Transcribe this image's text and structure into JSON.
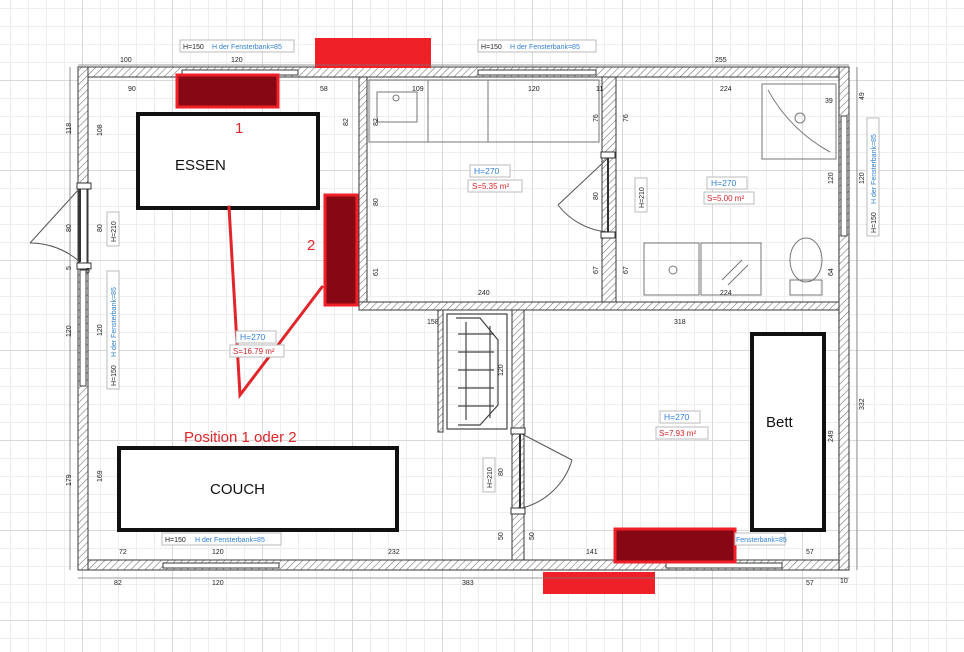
{
  "furniture": {
    "essen": "ESSEN",
    "couch": "COUCH",
    "bett": "Bett"
  },
  "annotations": {
    "marker_1": "1",
    "marker_2": "2",
    "position_note": "Position 1 oder 2"
  },
  "rooms": {
    "living": {
      "height": "H=270",
      "area": "S=16.79 m²"
    },
    "kitchen": {
      "height": "H=270",
      "area": "S=5.35 m²"
    },
    "bath": {
      "height": "H=270",
      "area": "S=5.00 m²"
    },
    "bedroom": {
      "height": "H=270",
      "area": "S=7.93 m²"
    }
  },
  "window_tags": {
    "top_left": {
      "h": "H=150",
      "sill": "H der Fensterbank=85"
    },
    "top_mid": {
      "h": "H=150",
      "sill": "H der Fensterbank=85"
    },
    "left_side": {
      "h": "H=150",
      "sill": "H der Fensterbank=85"
    },
    "bath_right": {
      "h": "H=150",
      "sill": "H der Fensterbank=85"
    },
    "bottom_left": {
      "h": "H=150",
      "sill": "H der Fensterbank=85"
    },
    "bottom_right": {
      "sill": "Fensterbank=85"
    }
  },
  "door_tags": {
    "left": "H=210",
    "kitchen_bath": "H=210",
    "bedroom": "H=210"
  },
  "dimensions": {
    "top_outer": [
      "100",
      "120",
      "255"
    ],
    "top_inner": [
      "90",
      "58",
      "109",
      "120",
      "11",
      "224",
      "39"
    ],
    "left_outer": [
      "118",
      "80",
      "5",
      "5",
      "120",
      "179"
    ],
    "left_inner": [
      "108",
      "80",
      "120",
      "169"
    ],
    "right_outer": [
      "49",
      "120",
      "332",
      "10"
    ],
    "right_inner": [
      "120",
      "64"
    ],
    "bottom_inner": [
      "72",
      "120",
      "232",
      "141",
      "57"
    ],
    "bottom_outer": [
      "82",
      "120",
      "383",
      "57"
    ],
    "misc": [
      "82",
      "82",
      "80",
      "61",
      "76",
      "80",
      "67",
      "76",
      "67",
      "240",
      "224",
      "158",
      "318",
      "120",
      "249",
      "80",
      "50",
      "50"
    ]
  },
  "colors": {
    "marker_dark": "#870814",
    "marker_bright": "#ef2028",
    "wall_stroke": "#3a3a3a",
    "h_label": "#2f7fd0",
    "area_label": "#d0262a"
  }
}
